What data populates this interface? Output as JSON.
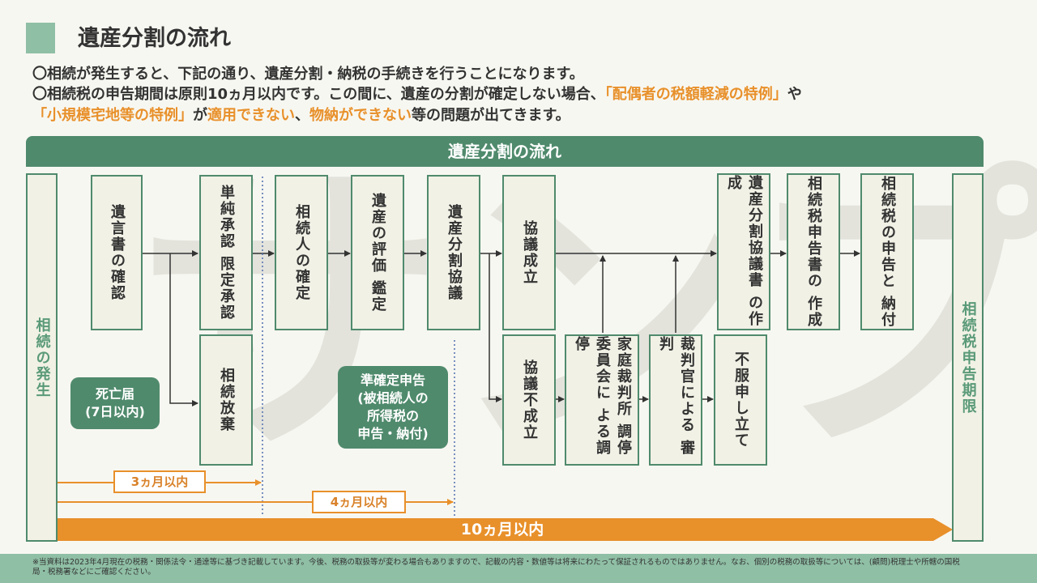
{
  "page": {
    "title": "遺産分割の流れ",
    "intro": {
      "line1": "〇相続が発生すると、下記の通り、遺産分割・納税の手続きを行うことになります。",
      "line2_a": "〇相続税の申告期間は原則10ヵ月以内です。この間に、遺産の分割が確定しない場合、",
      "line2_b": "「配偶者の税額軽減の特例」",
      "line2_c": "や",
      "line3_a": "「小規模宅地等の特例」",
      "line3_b": "が",
      "line3_c": "適用できない",
      "line3_d": "、",
      "line3_e": "物納ができない",
      "line3_f": "等の問題が出てきます。"
    },
    "watermark": "サンプル"
  },
  "flow": {
    "header": "遺産分割の流れ",
    "start": "相続の発生",
    "end": "相続税申告期限",
    "boxes": {
      "will_check": "遺言書の確認",
      "approval": "単純承認 限定承認",
      "renounce": "相続放棄",
      "heirs": "相続人の確定",
      "appraisal": "遺産の評価 鑑定",
      "negotiation": "遺産分割協議",
      "agreed": "協議成立",
      "not_agreed": "協議不成立",
      "mediation": "家庭裁判所 調停委員会に よる調停",
      "judgment": "裁判官による 審判",
      "appeal": "不服申し立て",
      "agreement_doc": "遺産分割協議書 の作成",
      "tax_return_doc": "相続税申告書の 作成",
      "tax_payment": "相続税の申告と 納付"
    },
    "death_notice": {
      "line1": "死亡届",
      "line2": "(7日以内)"
    },
    "quasi_return": {
      "line1": "準確定申告",
      "line2": "(被相続人の",
      "line3": "所得税の",
      "line4": "申告・納付)"
    },
    "periods": {
      "p3": "3ヵ月以内",
      "p4": "4ヵ月以内",
      "p10": "10ヵ月以内"
    }
  },
  "footer": {
    "line1": "※当資料は2023年4月現在の税務・関係法令・通達等に基づき記載しています。今後、税務の取扱等が変わる場合もありますので、記載の内容・数値等は将来にわたって保証されるものではありません。なお、個別の税務の取扱等については、(顧問)税理士や所轄の国税",
    "line2": "局・税務署などにご確認ください。"
  },
  "colors": {
    "green": "#4f8a6c",
    "light_green": "#8fbfa5",
    "orange": "#e8902a",
    "background": "#f7f7f1",
    "box_fill": "#f1f1e6"
  }
}
